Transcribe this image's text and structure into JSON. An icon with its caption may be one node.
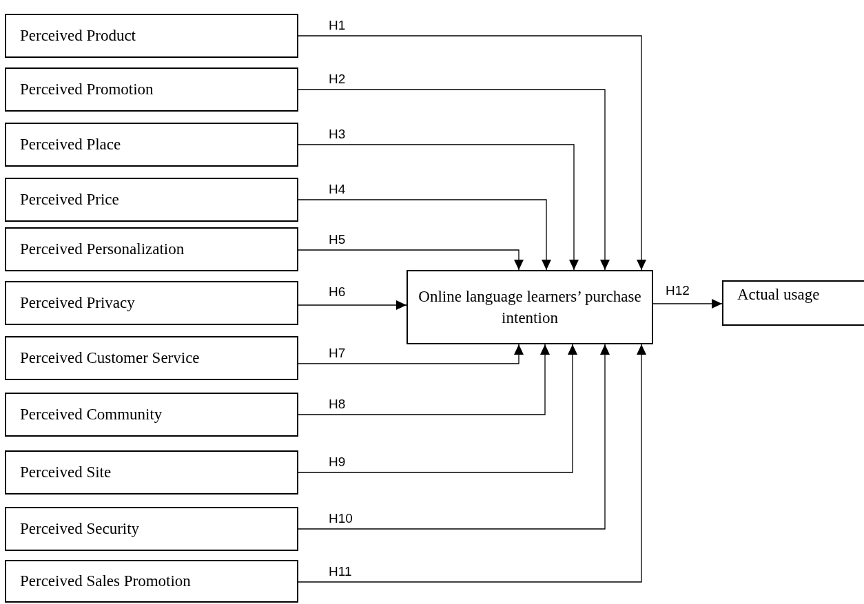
{
  "diagram": {
    "nodes": [
      {
        "text": [
          "Perceived Product"
        ]
      },
      {
        "text": [
          "Perceived Promotion"
        ]
      },
      {
        "text": [
          "Perceived Place"
        ]
      },
      {
        "text": [
          "Perceived Price"
        ]
      },
      {
        "text": [
          "Perceived Personalization"
        ]
      },
      {
        "text": [
          "Perceived Privacy"
        ]
      },
      {
        "text": [
          "Perceived Customer Service"
        ]
      },
      {
        "text": [
          "Perceived Community"
        ]
      },
      {
        "text": [
          "Perceived Site"
        ]
      },
      {
        "text": [
          "Perceived Security"
        ]
      },
      {
        "text": [
          "Perceived Sales Promotion"
        ]
      },
      {
        "text": [
          "Online language learners’ purchase intention"
        ]
      },
      {
        "text": [
          "Actual usage"
        ]
      }
    ],
    "edges": [
      {
        "from": 0,
        "to": 11,
        "arrow": "to",
        "label": "H1"
      },
      {
        "from": 1,
        "to": 11,
        "arrow": "to",
        "label": "H2"
      },
      {
        "from": 2,
        "to": 11,
        "arrow": "to",
        "label": "H3"
      },
      {
        "from": 3,
        "to": 11,
        "arrow": "to",
        "label": "H4"
      },
      {
        "from": 4,
        "to": 11,
        "arrow": "to",
        "label": "H5"
      },
      {
        "from": 5,
        "to": 11,
        "arrow": "to",
        "label": "H6"
      },
      {
        "from": 6,
        "to": 11,
        "arrow": "to",
        "label": "H7"
      },
      {
        "from": 7,
        "to": 11,
        "arrow": "to",
        "label": "H8"
      },
      {
        "from": 8,
        "to": 11,
        "arrow": "to",
        "label": "H9"
      },
      {
        "from": 9,
        "to": 11,
        "arrow": "to",
        "label": "H10"
      },
      {
        "from": 10,
        "to": 11,
        "arrow": "to",
        "label": "H11"
      },
      {
        "from": 11,
        "to": 12,
        "arrow": "to",
        "label": "H12"
      }
    ]
  }
}
